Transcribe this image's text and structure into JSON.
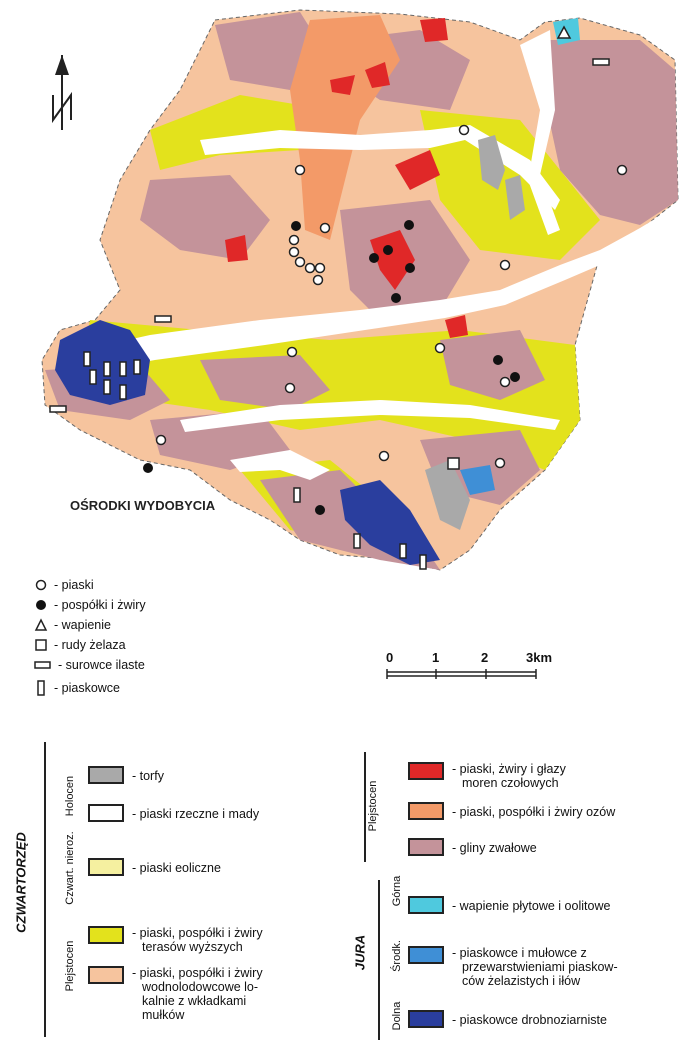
{
  "title": "OŚRODKI WYDOBYCIA",
  "colors": {
    "torfy": "#a9a9a9",
    "piaski_rzeczne": "#ffffff",
    "eoliczne": "#f5f0a0",
    "terasy": "#e3e21c",
    "wodnolodowcowe": "#f6c49e",
    "moreny": "#e02828",
    "ozy": "#f39a68",
    "gliny": "#c4939a",
    "jura_gorna": "#4fc9de",
    "jura_srodk": "#3f8fd6",
    "jura_dolna": "#2a3e9e"
  },
  "symbols": [
    {
      "icon": "circle-open-icon",
      "label": "- piaski"
    },
    {
      "icon": "circle-filled-icon",
      "label": "- pospółki i żwiry"
    },
    {
      "icon": "triangle-icon",
      "label": "- wapienie"
    },
    {
      "icon": "square-icon",
      "label": "- rudy żelaza"
    },
    {
      "icon": "wide-rect-icon",
      "label": "- surowce ilaste"
    },
    {
      "icon": "tall-rect-icon",
      "label": "- piaskowce"
    }
  ],
  "scale": {
    "ticks": [
      "0",
      "1",
      "2",
      "3km"
    ]
  },
  "legend_left": {
    "group": "CZWARTORZĘD",
    "subgroups": [
      "Holocen",
      "Czwart. nieroz.",
      "Plejstocen"
    ],
    "items": [
      {
        "label": "- torfy"
      },
      {
        "label": "- piaski rzeczne i mady"
      },
      {
        "label": "- piaski eoliczne"
      },
      {
        "label": "- piaski, pospółki i żwiry",
        "label2": "terasów wyższych"
      },
      {
        "label": "- piaski, pospółki i żwiry",
        "label2": "wodnolodowcowe lo-",
        "label3": "kalnie z wkładkami",
        "label4": "mułków"
      }
    ]
  },
  "legend_right": {
    "group": "JURA",
    "subgroups": [
      "Plejstocen",
      "Górna",
      "Środk.",
      "Dolna"
    ],
    "items": [
      {
        "label": "- piaski,  żwiry i głazy",
        "label2": "moren czołowych"
      },
      {
        "label": "- piaski, pospółki i żwiry ozów"
      },
      {
        "label": "- gliny zwałowe"
      },
      {
        "label": "- wapienie płytowe i oolitowe"
      },
      {
        "label": "- piaskowce i mułowce  z",
        "label2": "przewarstwieniami piaskow-",
        "label3": "ców żelazistych i iłów"
      },
      {
        "label": "- piaskowce drobnoziarniste"
      }
    ]
  }
}
